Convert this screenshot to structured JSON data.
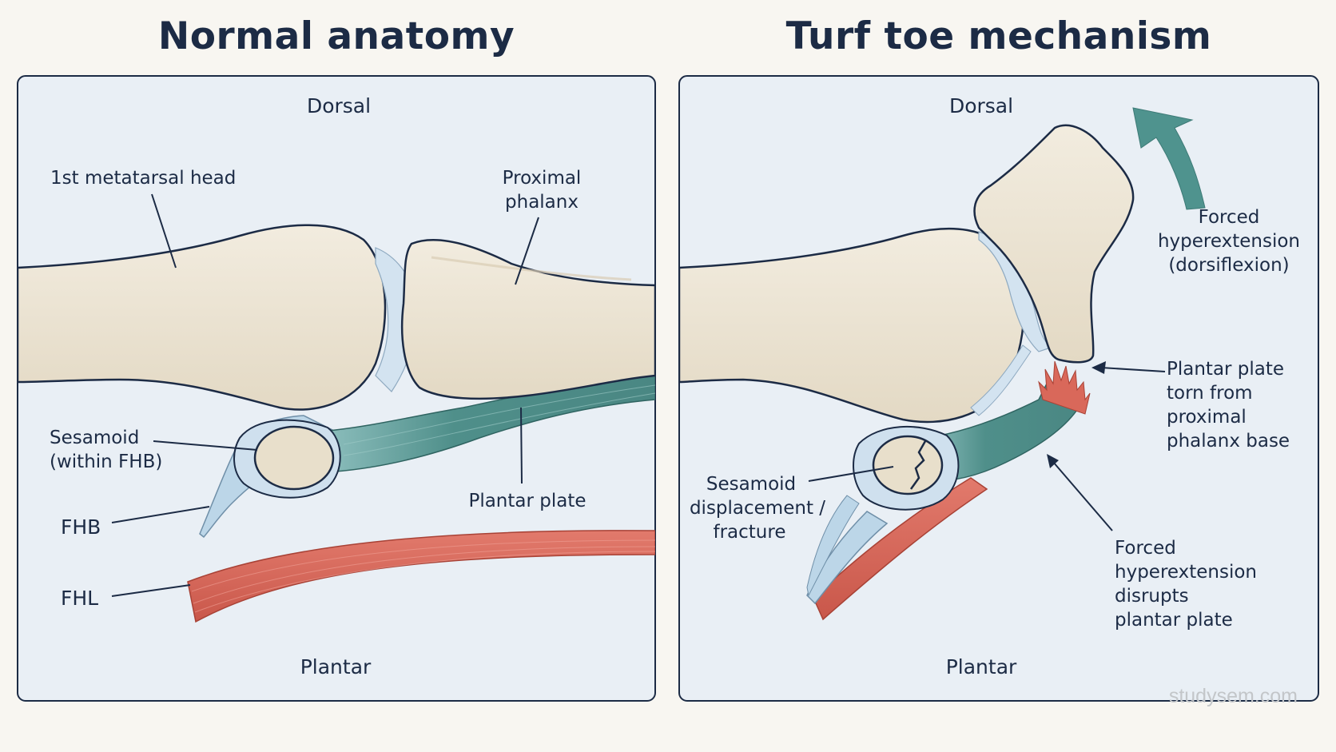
{
  "panels": {
    "left": {
      "title": "Normal anatomy",
      "dorsal": "Dorsal",
      "plantar": "Plantar",
      "metatarsal": "1st metatarsal head",
      "phalanx_1": "Proximal",
      "phalanx_2": "phalanx",
      "sesamoid_1": "Sesamoid",
      "sesamoid_2": "(within FHB)",
      "fhb": "FHB",
      "fhl": "FHL",
      "plantar_plate": "Plantar plate"
    },
    "right": {
      "title": "Turf toe mechanism",
      "dorsal": "Dorsal",
      "plantar": "Plantar",
      "force_1": "Forced",
      "force_2": "hyperextension",
      "force_3": "(dorsiflexion)",
      "torn_1": "Plantar plate",
      "torn_2": "torn from",
      "torn_3": "proximal",
      "torn_4": "phalanx base",
      "sesamoid_1": "Sesamoid",
      "sesamoid_2": "displacement /",
      "sesamoid_3": "fracture",
      "disrupt_1": "Forced",
      "disrupt_2": "hyperextension",
      "disrupt_3": "disrupts",
      "disrupt_4": "plantar plate"
    }
  },
  "watermark": "studysem.com",
  "colors": {
    "panel_bg": "#e9eff5",
    "bone": "#ece4d3",
    "outline": "#1c2b45",
    "cartilage": "#c9dcea",
    "tendon_fhb": "#bcd6e8",
    "plantar_plate": "#4f8f8a",
    "fhl": "#d9685a",
    "arrow": "#4f938e",
    "tear": "#d9685a"
  }
}
